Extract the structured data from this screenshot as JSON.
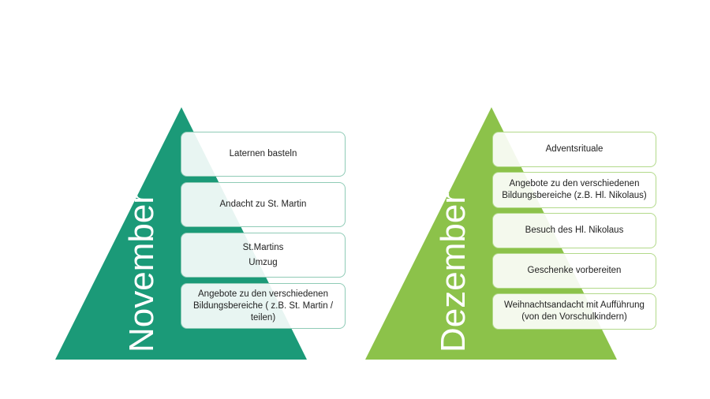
{
  "pyramids": [
    {
      "title": "November",
      "color": "#1b9a78",
      "border_color": "#8fcbb6",
      "items": [
        {
          "lines": [
            "Laternen basteln"
          ]
        },
        {
          "lines": [
            "Andacht zu St. Martin"
          ]
        },
        {
          "lines": [
            "St.Martins",
            "Umzug"
          ]
        },
        {
          "lines": [
            "Angebote zu den verschiedenen",
            "Bildungsbereiche ( z.B. St. Martin /",
            "teilen)"
          ]
        }
      ]
    },
    {
      "title": "Dezember",
      "color": "#8cc24a",
      "border_color": "#b2d98a",
      "items": [
        {
          "lines": [
            "Adventsrituale"
          ]
        },
        {
          "lines": [
            "Angebote zu den verschiedenen",
            "Bildungsbereiche (z.B. Hl. Nikolaus)"
          ]
        },
        {
          "lines": [
            "Besuch des Hl. Nikolaus"
          ]
        },
        {
          "lines": [
            "Geschenke vorbereiten"
          ]
        },
        {
          "lines": [
            "Weihnachtsandacht mit Aufführung",
            "(von den Vorschulkindern)"
          ]
        }
      ]
    }
  ]
}
